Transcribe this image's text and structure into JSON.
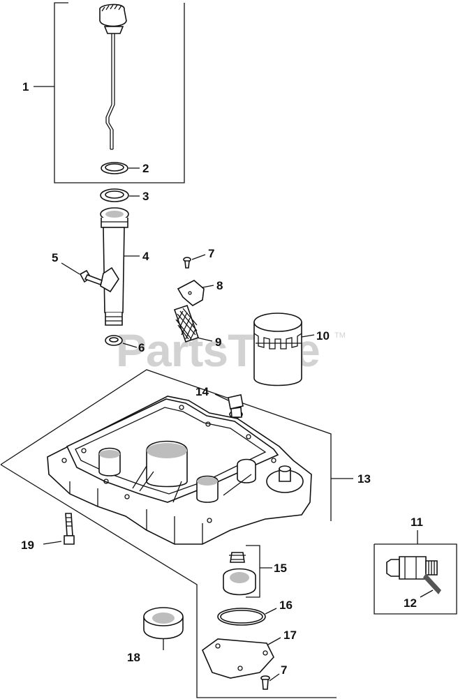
{
  "watermark": {
    "text": "PartsTree",
    "mark": "TM"
  },
  "callouts": [
    {
      "id": "callout-1",
      "text": "1"
    },
    {
      "id": "callout-2",
      "text": "2"
    },
    {
      "id": "callout-3",
      "text": "3"
    },
    {
      "id": "callout-4",
      "text": "4"
    },
    {
      "id": "callout-5",
      "text": "5"
    },
    {
      "id": "callout-6",
      "text": "6"
    },
    {
      "id": "callout-7a",
      "text": "7"
    },
    {
      "id": "callout-8",
      "text": "8"
    },
    {
      "id": "callout-9",
      "text": "9"
    },
    {
      "id": "callout-10",
      "text": "10"
    },
    {
      "id": "callout-11",
      "text": "11"
    },
    {
      "id": "callout-12",
      "text": "12"
    },
    {
      "id": "callout-13",
      "text": "13"
    },
    {
      "id": "callout-14",
      "text": "14"
    },
    {
      "id": "callout-15",
      "text": "15"
    },
    {
      "id": "callout-16",
      "text": "16"
    },
    {
      "id": "callout-17",
      "text": "17"
    },
    {
      "id": "callout-18",
      "text": "18"
    },
    {
      "id": "callout-19",
      "text": "19"
    },
    {
      "id": "callout-7b",
      "text": "7"
    }
  ]
}
